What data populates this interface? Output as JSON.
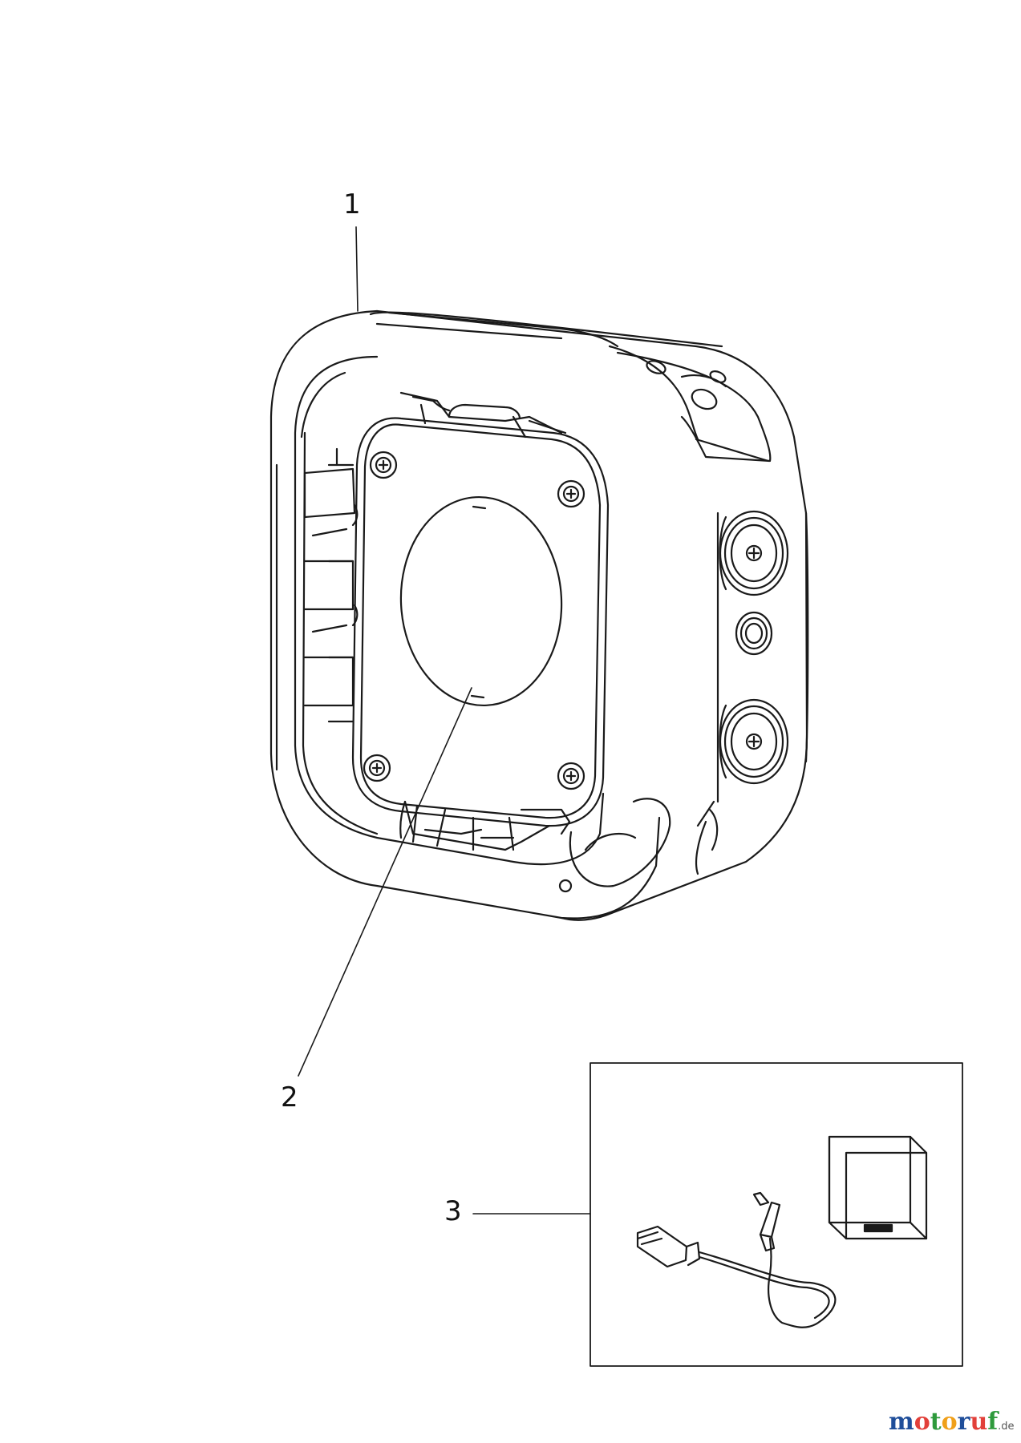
{
  "callouts": {
    "part1": "1",
    "part2": "2",
    "part3": "3"
  },
  "watermark": {
    "m": "m",
    "o1": "o",
    "t": "t",
    "o2": "o",
    "r": "r",
    "u": "u",
    "f": "f",
    "domain": ".de"
  },
  "colors": {
    "line": "#1a1a1a",
    "leader": "#1a1a1a"
  }
}
